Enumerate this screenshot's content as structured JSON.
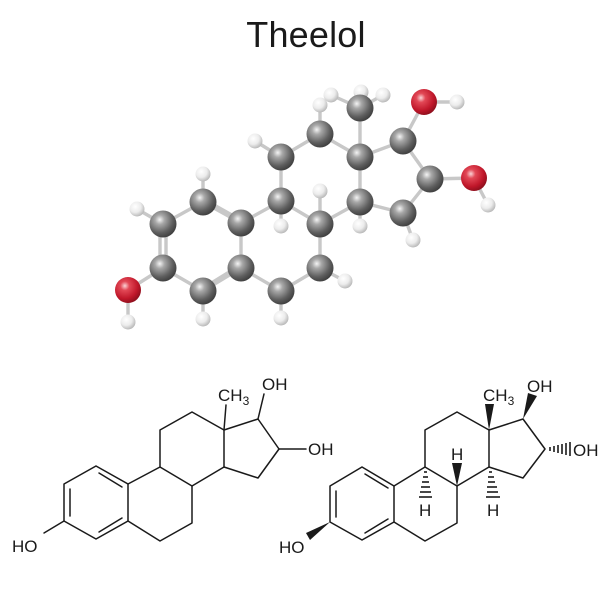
{
  "title": "Theelol",
  "colors": {
    "carbon": "#6a6a6a",
    "oxygen": "#c8192c",
    "hydrogen": "#f2f2f2",
    "bond": "#c8c8c8",
    "line": "#1a1a1a"
  },
  "ball_and_stick": {
    "atoms": {
      "carbon_count": 18,
      "oxygen_count": 3,
      "hydrogen_labels": "white spheres"
    }
  },
  "skeletal_plain": {
    "labels": {
      "ho_left": "HO",
      "ch3": "CH",
      "ch3_sub": "3",
      "oh_top": "OH",
      "oh_right": "OH"
    }
  },
  "skeletal_stereo": {
    "labels": {
      "ho_left": "HO",
      "ch3": "CH",
      "ch3_sub": "3",
      "oh_top": "OH",
      "oh_right": "OH",
      "h_c8": "H",
      "h_c9": "H",
      "h_c14": "H"
    }
  }
}
